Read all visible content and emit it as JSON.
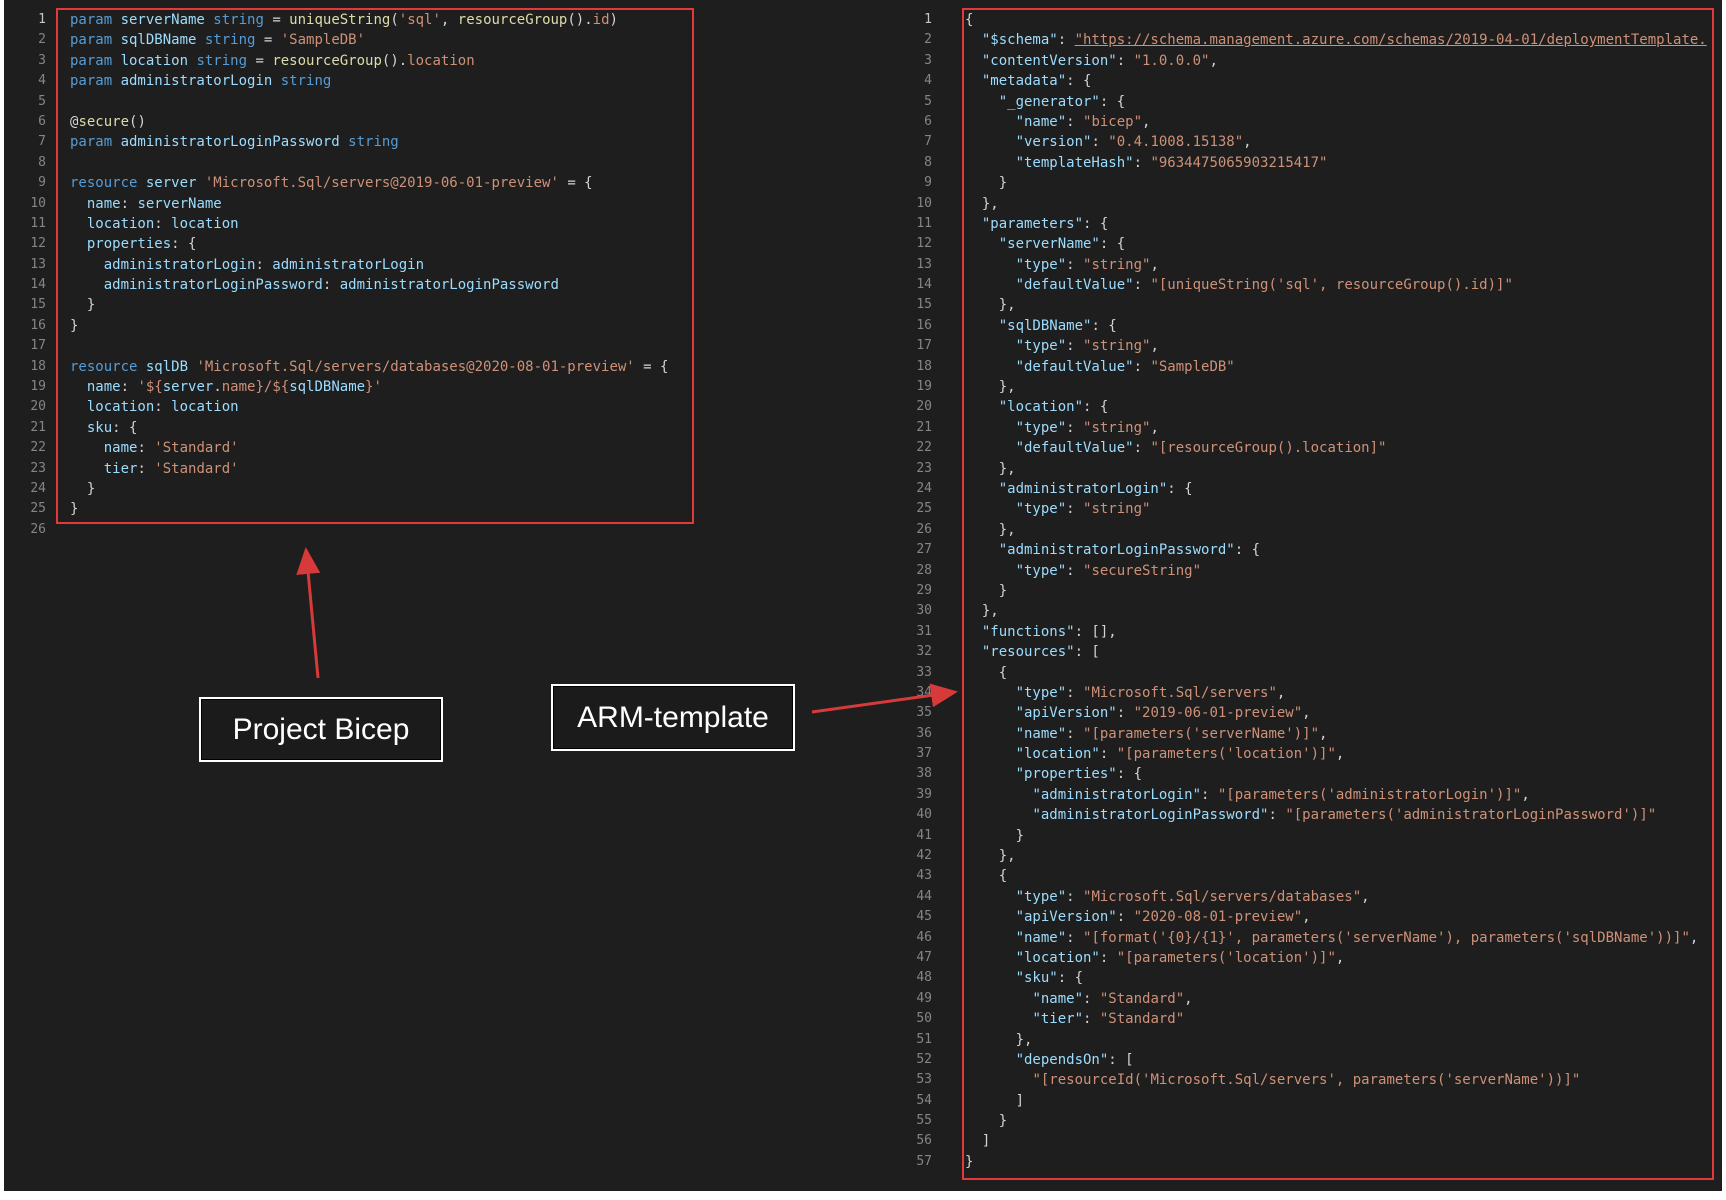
{
  "labels": {
    "left": "Project Bicep",
    "right": "ARM-template"
  },
  "colors": {
    "highlight_box": "#e23a3a",
    "editor_bg": "#1e1e1e",
    "keyword": "#569cd6",
    "string": "#ce9178",
    "identifier": "#9cdcfe",
    "function": "#dcdcaa"
  },
  "bicep_lines": [
    [
      [
        "kw",
        "param "
      ],
      [
        "id",
        "serverName "
      ],
      [
        "kw",
        "string "
      ],
      [
        "p",
        "= "
      ],
      [
        "fn",
        "uniqueString"
      ],
      [
        "p",
        "("
      ],
      [
        "str",
        "'sql'"
      ],
      [
        "p",
        ", "
      ],
      [
        "fn",
        "resourceGroup"
      ],
      [
        "p",
        "()."
      ],
      [
        "str",
        "id"
      ],
      [
        "p",
        ")"
      ]
    ],
    [
      [
        "kw",
        "param "
      ],
      [
        "id",
        "sqlDBName "
      ],
      [
        "kw",
        "string "
      ],
      [
        "p",
        "= "
      ],
      [
        "str",
        "'SampleDB'"
      ]
    ],
    [
      [
        "kw",
        "param "
      ],
      [
        "id",
        "location "
      ],
      [
        "kw",
        "string "
      ],
      [
        "p",
        "= "
      ],
      [
        "fn",
        "resourceGroup"
      ],
      [
        "p",
        "()."
      ],
      [
        "str",
        "location"
      ]
    ],
    [
      [
        "kw",
        "param "
      ],
      [
        "id",
        "administratorLogin "
      ],
      [
        "kw",
        "string"
      ]
    ],
    [],
    [
      [
        "dec",
        "@"
      ],
      [
        "fn",
        "secure"
      ],
      [
        "p",
        "()"
      ]
    ],
    [
      [
        "kw",
        "param "
      ],
      [
        "id",
        "administratorLoginPassword "
      ],
      [
        "kw",
        "string"
      ]
    ],
    [],
    [
      [
        "kw",
        "resource "
      ],
      [
        "id",
        "server "
      ],
      [
        "str",
        "'Microsoft.Sql/servers@2019-06-01-preview'"
      ],
      [
        "p",
        " = {"
      ]
    ],
    [
      [
        "p",
        "  "
      ],
      [
        "prop",
        "name"
      ],
      [
        "p",
        ": "
      ],
      [
        "id",
        "serverName"
      ]
    ],
    [
      [
        "p",
        "  "
      ],
      [
        "prop",
        "location"
      ],
      [
        "p",
        ": "
      ],
      [
        "id",
        "location"
      ]
    ],
    [
      [
        "p",
        "  "
      ],
      [
        "prop",
        "properties"
      ],
      [
        "p",
        ": {"
      ]
    ],
    [
      [
        "p",
        "    "
      ],
      [
        "prop",
        "administratorLogin"
      ],
      [
        "p",
        ": "
      ],
      [
        "id",
        "administratorLogin"
      ]
    ],
    [
      [
        "p",
        "    "
      ],
      [
        "prop",
        "administratorLoginPassword"
      ],
      [
        "p",
        ": "
      ],
      [
        "id",
        "administratorLoginPassword"
      ]
    ],
    [
      [
        "p",
        "  }"
      ]
    ],
    [
      [
        "p",
        "}"
      ]
    ],
    [],
    [
      [
        "kw",
        "resource "
      ],
      [
        "id",
        "sqlDB "
      ],
      [
        "str",
        "'Microsoft.Sql/servers/databases@2020-08-01-preview'"
      ],
      [
        "p",
        " = {"
      ]
    ],
    [
      [
        "p",
        "  "
      ],
      [
        "prop",
        "name"
      ],
      [
        "p",
        ": "
      ],
      [
        "str",
        "'${"
      ],
      [
        "id",
        "server"
      ],
      [
        "p",
        "."
      ],
      [
        "str",
        "name"
      ],
      [
        "str",
        "}/${"
      ],
      [
        "id",
        "sqlDBName"
      ],
      [
        "str",
        "}'"
      ]
    ],
    [
      [
        "p",
        "  "
      ],
      [
        "prop",
        "location"
      ],
      [
        "p",
        ": "
      ],
      [
        "id",
        "location"
      ]
    ],
    [
      [
        "p",
        "  "
      ],
      [
        "prop",
        "sku"
      ],
      [
        "p",
        ": {"
      ]
    ],
    [
      [
        "p",
        "    "
      ],
      [
        "prop",
        "name"
      ],
      [
        "p",
        ": "
      ],
      [
        "str",
        "'Standard'"
      ]
    ],
    [
      [
        "p",
        "    "
      ],
      [
        "prop",
        "tier"
      ],
      [
        "p",
        ": "
      ],
      [
        "str",
        "'Standard'"
      ]
    ],
    [
      [
        "p",
        "  }"
      ]
    ],
    [
      [
        "p",
        "}"
      ]
    ],
    []
  ],
  "arm_lines": [
    [
      [
        "p",
        "{"
      ]
    ],
    [
      [
        "p",
        "  "
      ],
      [
        "prop",
        "\"$schema\""
      ],
      [
        "p",
        ": "
      ],
      [
        "url",
        "\"https://schema.management.azure.com/schemas/2019-04-01/deploymentTemplate."
      ]
    ],
    [
      [
        "p",
        "  "
      ],
      [
        "prop",
        "\"contentVersion\""
      ],
      [
        "p",
        ": "
      ],
      [
        "str",
        "\"1.0.0.0\""
      ],
      [
        "p",
        ","
      ]
    ],
    [
      [
        "p",
        "  "
      ],
      [
        "prop",
        "\"metadata\""
      ],
      [
        "p",
        ": {"
      ]
    ],
    [
      [
        "p",
        "    "
      ],
      [
        "prop",
        "\"_generator\""
      ],
      [
        "p",
        ": {"
      ]
    ],
    [
      [
        "p",
        "      "
      ],
      [
        "prop",
        "\"name\""
      ],
      [
        "p",
        ": "
      ],
      [
        "str",
        "\"bicep\""
      ],
      [
        "p",
        ","
      ]
    ],
    [
      [
        "p",
        "      "
      ],
      [
        "prop",
        "\"version\""
      ],
      [
        "p",
        ": "
      ],
      [
        "str",
        "\"0.4.1008.15138\""
      ],
      [
        "p",
        ","
      ]
    ],
    [
      [
        "p",
        "      "
      ],
      [
        "prop",
        "\"templateHash\""
      ],
      [
        "p",
        ": "
      ],
      [
        "str",
        "\"9634475065903215417\""
      ]
    ],
    [
      [
        "p",
        "    }"
      ]
    ],
    [
      [
        "p",
        "  },"
      ]
    ],
    [
      [
        "p",
        "  "
      ],
      [
        "prop",
        "\"parameters\""
      ],
      [
        "p",
        ": {"
      ]
    ],
    [
      [
        "p",
        "    "
      ],
      [
        "prop",
        "\"serverName\""
      ],
      [
        "p",
        ": {"
      ]
    ],
    [
      [
        "p",
        "      "
      ],
      [
        "prop",
        "\"type\""
      ],
      [
        "p",
        ": "
      ],
      [
        "str",
        "\"string\""
      ],
      [
        "p",
        ","
      ]
    ],
    [
      [
        "p",
        "      "
      ],
      [
        "prop",
        "\"defaultValue\""
      ],
      [
        "p",
        ": "
      ],
      [
        "str",
        "\"[uniqueString('sql', resourceGroup().id)]\""
      ]
    ],
    [
      [
        "p",
        "    },"
      ]
    ],
    [
      [
        "p",
        "    "
      ],
      [
        "prop",
        "\"sqlDBName\""
      ],
      [
        "p",
        ": {"
      ]
    ],
    [
      [
        "p",
        "      "
      ],
      [
        "prop",
        "\"type\""
      ],
      [
        "p",
        ": "
      ],
      [
        "str",
        "\"string\""
      ],
      [
        "p",
        ","
      ]
    ],
    [
      [
        "p",
        "      "
      ],
      [
        "prop",
        "\"defaultValue\""
      ],
      [
        "p",
        ": "
      ],
      [
        "str",
        "\"SampleDB\""
      ]
    ],
    [
      [
        "p",
        "    },"
      ]
    ],
    [
      [
        "p",
        "    "
      ],
      [
        "prop",
        "\"location\""
      ],
      [
        "p",
        ": {"
      ]
    ],
    [
      [
        "p",
        "      "
      ],
      [
        "prop",
        "\"type\""
      ],
      [
        "p",
        ": "
      ],
      [
        "str",
        "\"string\""
      ],
      [
        "p",
        ","
      ]
    ],
    [
      [
        "p",
        "      "
      ],
      [
        "prop",
        "\"defaultValue\""
      ],
      [
        "p",
        ": "
      ],
      [
        "str",
        "\"[resourceGroup().location]\""
      ]
    ],
    [
      [
        "p",
        "    },"
      ]
    ],
    [
      [
        "p",
        "    "
      ],
      [
        "prop",
        "\"administratorLogin\""
      ],
      [
        "p",
        ": {"
      ]
    ],
    [
      [
        "p",
        "      "
      ],
      [
        "prop",
        "\"type\""
      ],
      [
        "p",
        ": "
      ],
      [
        "str",
        "\"string\""
      ]
    ],
    [
      [
        "p",
        "    },"
      ]
    ],
    [
      [
        "p",
        "    "
      ],
      [
        "prop",
        "\"administratorLoginPassword\""
      ],
      [
        "p",
        ": {"
      ]
    ],
    [
      [
        "p",
        "      "
      ],
      [
        "prop",
        "\"type\""
      ],
      [
        "p",
        ": "
      ],
      [
        "str",
        "\"secureString\""
      ]
    ],
    [
      [
        "p",
        "    }"
      ]
    ],
    [
      [
        "p",
        "  },"
      ]
    ],
    [
      [
        "p",
        "  "
      ],
      [
        "prop",
        "\"functions\""
      ],
      [
        "p",
        ": [],"
      ]
    ],
    [
      [
        "p",
        "  "
      ],
      [
        "prop",
        "\"resources\""
      ],
      [
        "p",
        ": ["
      ]
    ],
    [
      [
        "p",
        "    {"
      ]
    ],
    [
      [
        "p",
        "      "
      ],
      [
        "prop",
        "\"type\""
      ],
      [
        "p",
        ": "
      ],
      [
        "str",
        "\"Microsoft.Sql/servers\""
      ],
      [
        "p",
        ","
      ]
    ],
    [
      [
        "p",
        "      "
      ],
      [
        "prop",
        "\"apiVersion\""
      ],
      [
        "p",
        ": "
      ],
      [
        "str",
        "\"2019-06-01-preview\""
      ],
      [
        "p",
        ","
      ]
    ],
    [
      [
        "p",
        "      "
      ],
      [
        "prop",
        "\"name\""
      ],
      [
        "p",
        ": "
      ],
      [
        "str",
        "\"[parameters('serverName')]\""
      ],
      [
        "p",
        ","
      ]
    ],
    [
      [
        "p",
        "      "
      ],
      [
        "prop",
        "\"location\""
      ],
      [
        "p",
        ": "
      ],
      [
        "str",
        "\"[parameters('location')]\""
      ],
      [
        "p",
        ","
      ]
    ],
    [
      [
        "p",
        "      "
      ],
      [
        "prop",
        "\"properties\""
      ],
      [
        "p",
        ": {"
      ]
    ],
    [
      [
        "p",
        "        "
      ],
      [
        "prop",
        "\"administratorLogin\""
      ],
      [
        "p",
        ": "
      ],
      [
        "str",
        "\"[parameters('administratorLogin')]\""
      ],
      [
        "p",
        ","
      ]
    ],
    [
      [
        "p",
        "        "
      ],
      [
        "prop",
        "\"administratorLoginPassword\""
      ],
      [
        "p",
        ": "
      ],
      [
        "str",
        "\"[parameters('administratorLoginPassword')]\""
      ]
    ],
    [
      [
        "p",
        "      }"
      ]
    ],
    [
      [
        "p",
        "    },"
      ]
    ],
    [
      [
        "p",
        "    {"
      ]
    ],
    [
      [
        "p",
        "      "
      ],
      [
        "prop",
        "\"type\""
      ],
      [
        "p",
        ": "
      ],
      [
        "str",
        "\"Microsoft.Sql/servers/databases\""
      ],
      [
        "p",
        ","
      ]
    ],
    [
      [
        "p",
        "      "
      ],
      [
        "prop",
        "\"apiVersion\""
      ],
      [
        "p",
        ": "
      ],
      [
        "str",
        "\"2020-08-01-preview\""
      ],
      [
        "p",
        ","
      ]
    ],
    [
      [
        "p",
        "      "
      ],
      [
        "prop",
        "\"name\""
      ],
      [
        "p",
        ": "
      ],
      [
        "str",
        "\"[format('{0}/{1}', parameters('serverName'), parameters('sqlDBName'))]\""
      ],
      [
        "p",
        ","
      ]
    ],
    [
      [
        "p",
        "      "
      ],
      [
        "prop",
        "\"location\""
      ],
      [
        "p",
        ": "
      ],
      [
        "str",
        "\"[parameters('location')]\""
      ],
      [
        "p",
        ","
      ]
    ],
    [
      [
        "p",
        "      "
      ],
      [
        "prop",
        "\"sku\""
      ],
      [
        "p",
        ": {"
      ]
    ],
    [
      [
        "p",
        "        "
      ],
      [
        "prop",
        "\"name\""
      ],
      [
        "p",
        ": "
      ],
      [
        "str",
        "\"Standard\""
      ],
      [
        "p",
        ","
      ]
    ],
    [
      [
        "p",
        "        "
      ],
      [
        "prop",
        "\"tier\""
      ],
      [
        "p",
        ": "
      ],
      [
        "str",
        "\"Standard\""
      ]
    ],
    [
      [
        "p",
        "      },"
      ]
    ],
    [
      [
        "p",
        "      "
      ],
      [
        "prop",
        "\"dependsOn\""
      ],
      [
        "p",
        ": ["
      ]
    ],
    [
      [
        "p",
        "        "
      ],
      [
        "str",
        "\"[resourceId('Microsoft.Sql/servers', parameters('serverName'))]\""
      ]
    ],
    [
      [
        "p",
        "      ]"
      ]
    ],
    [
      [
        "p",
        "    }"
      ]
    ],
    [
      [
        "p",
        "  ]"
      ]
    ],
    [
      [
        "p",
        "}"
      ]
    ]
  ]
}
